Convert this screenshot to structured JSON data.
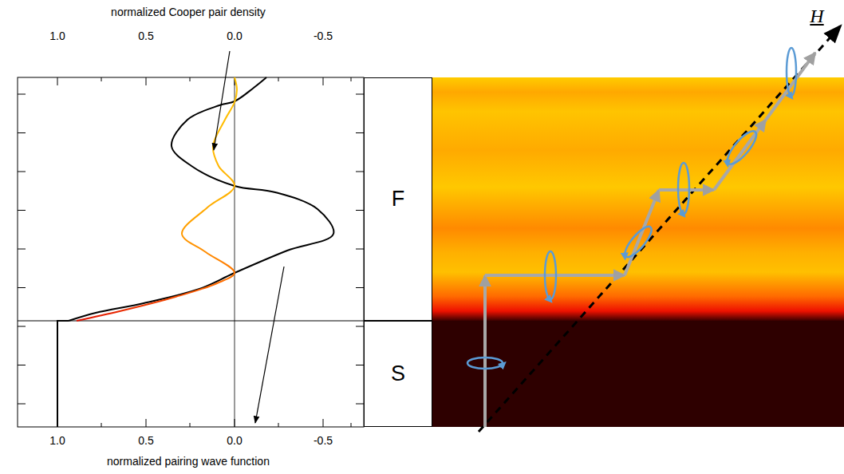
{
  "diagram": {
    "nodes": [
      {
        "text": [
          "F"
        ]
      },
      {
        "text": [
          "S"
        ]
      }
    ],
    "labels": [
      "normalized Cooper pair density",
      "1.0",
      "0.5",
      "0.0",
      "-0.5",
      "1.0",
      "0.5",
      "0.0",
      "-0.5",
      "normalized pairing wave function",
      "H"
    ]
  }
}
